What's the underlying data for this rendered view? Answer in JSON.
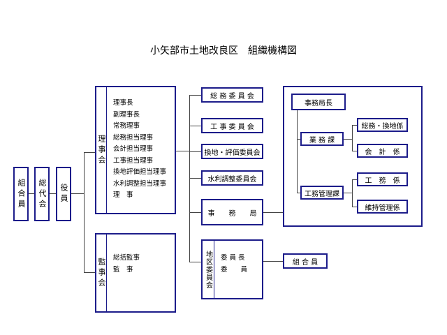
{
  "title": "小矢部市土地改良区　組織機構図",
  "members_left": "組合員",
  "representatives": "総代会",
  "officers": "役員",
  "board": {
    "label": "理事会",
    "members": [
      "理事長",
      "副理事長",
      "常務理事",
      "総務担当理事",
      "会計担当理事",
      "工事担当理事",
      "換地評価担当理事",
      "水利調整担当理事",
      "理　事"
    ]
  },
  "auditors": {
    "label": "監事会",
    "members": [
      "総括監事",
      "監　事"
    ]
  },
  "committees": [
    "総 務 委 員 会",
    "工 事 委 員 会",
    "換地・評価委員会",
    "水利調整委員会"
  ],
  "secretariat": "事　　務　　局",
  "district_committee": {
    "label": "地区委員会",
    "members": [
      "委 員 長",
      "委　　員"
    ]
  },
  "members_right": "組 合 員",
  "office": {
    "chief": "事務局長",
    "business_dept": "業 務 課",
    "business_sections": [
      "総務・換地係",
      "会　計　係"
    ],
    "engineering_dept": "工務管理課",
    "engineering_sections": [
      "工　務　係",
      "維持管理係"
    ]
  }
}
